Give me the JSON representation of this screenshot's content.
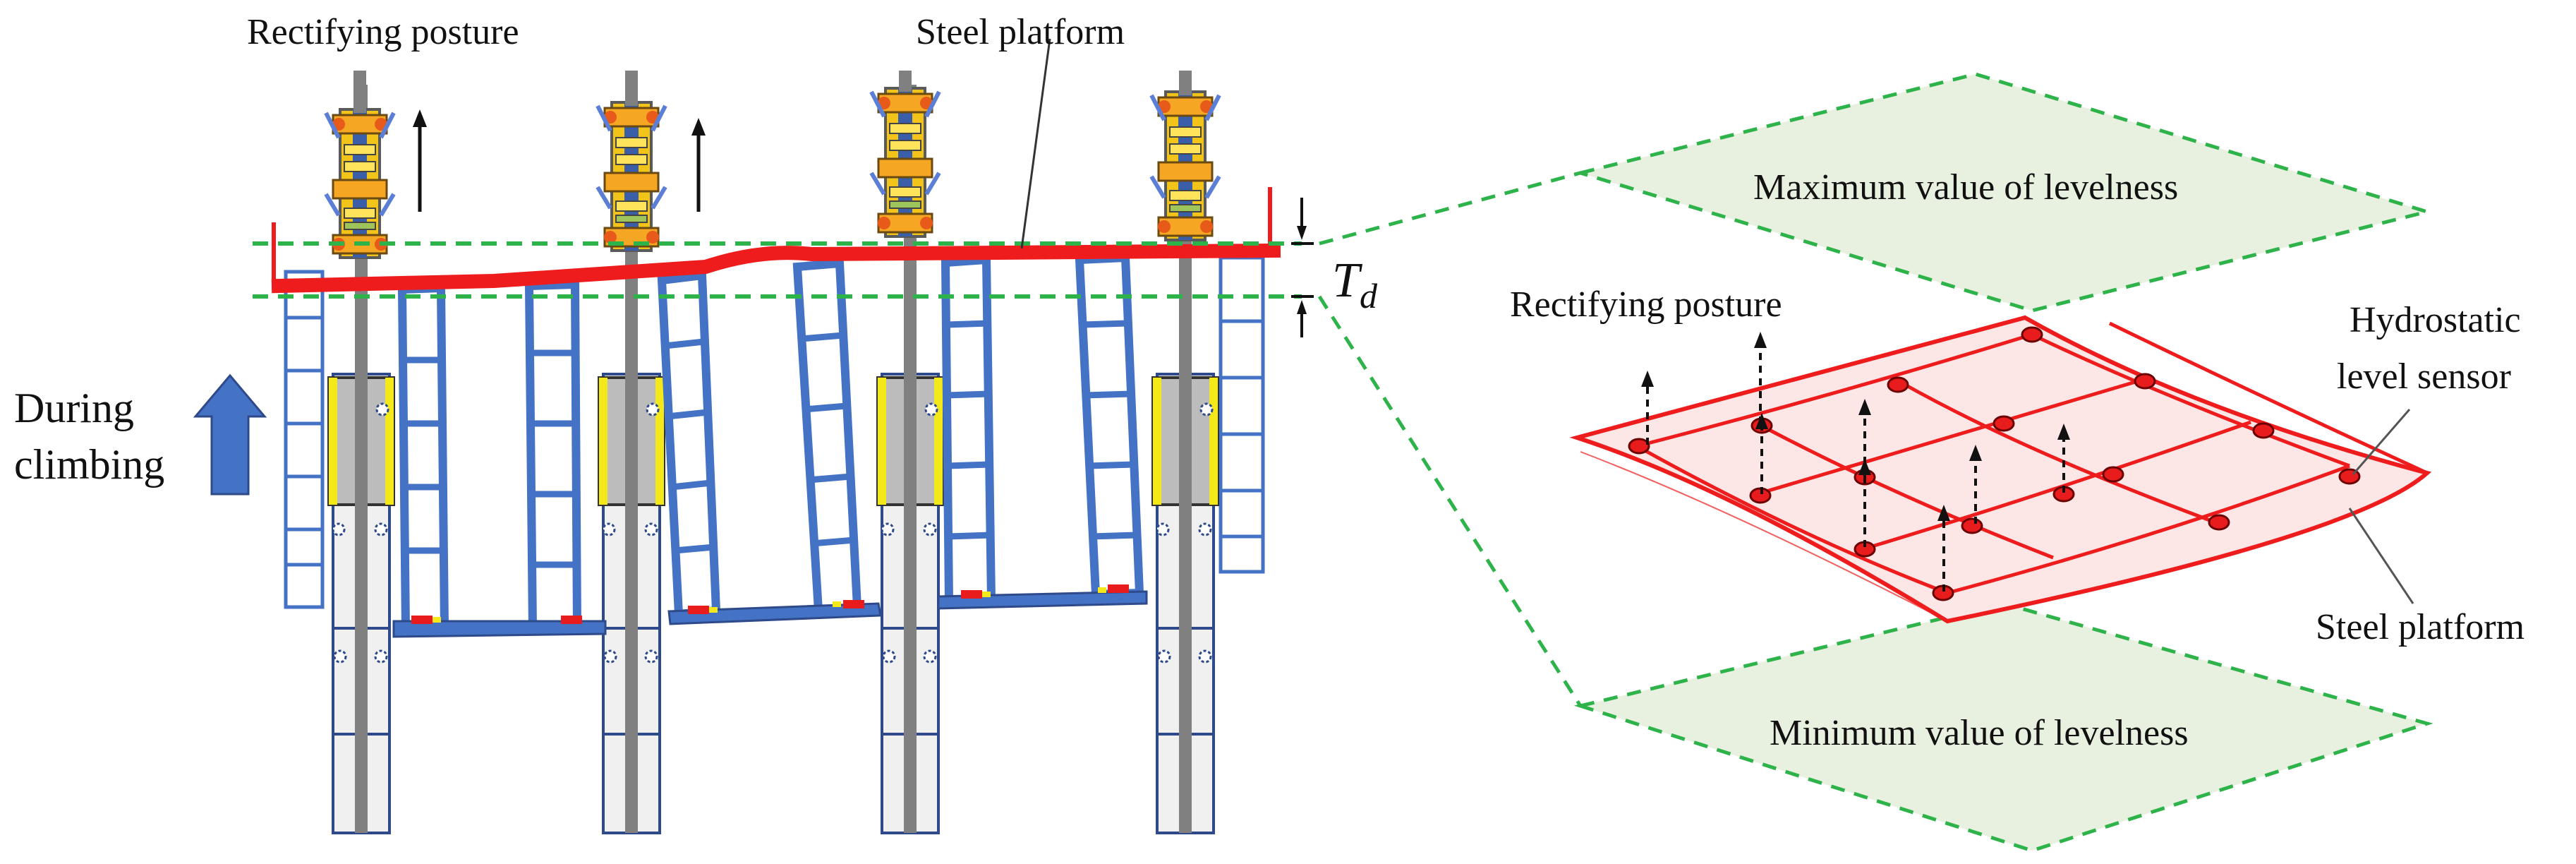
{
  "left": {
    "label_rectifying": "Rectifying posture",
    "label_steel_platform": "Steel platform",
    "label_during_1": "During",
    "label_during_2": "climbing",
    "label_td": "T",
    "label_td_sub": "d"
  },
  "right": {
    "label_max": "Maximum value of levelness",
    "label_min": "Minimum value of levelness",
    "label_rectifying": "Rectifying posture",
    "label_sensor_1": "Hydrostatic",
    "label_sensor_2": "level sensor",
    "label_platform": "Steel platform"
  },
  "colors": {
    "platform_red": "#ee1c1c",
    "frame_blue": "#4472c4",
    "dash_green": "#2eb34a",
    "plane_fill": "#e8f0e0",
    "surface_fill": "#fde6e6"
  }
}
